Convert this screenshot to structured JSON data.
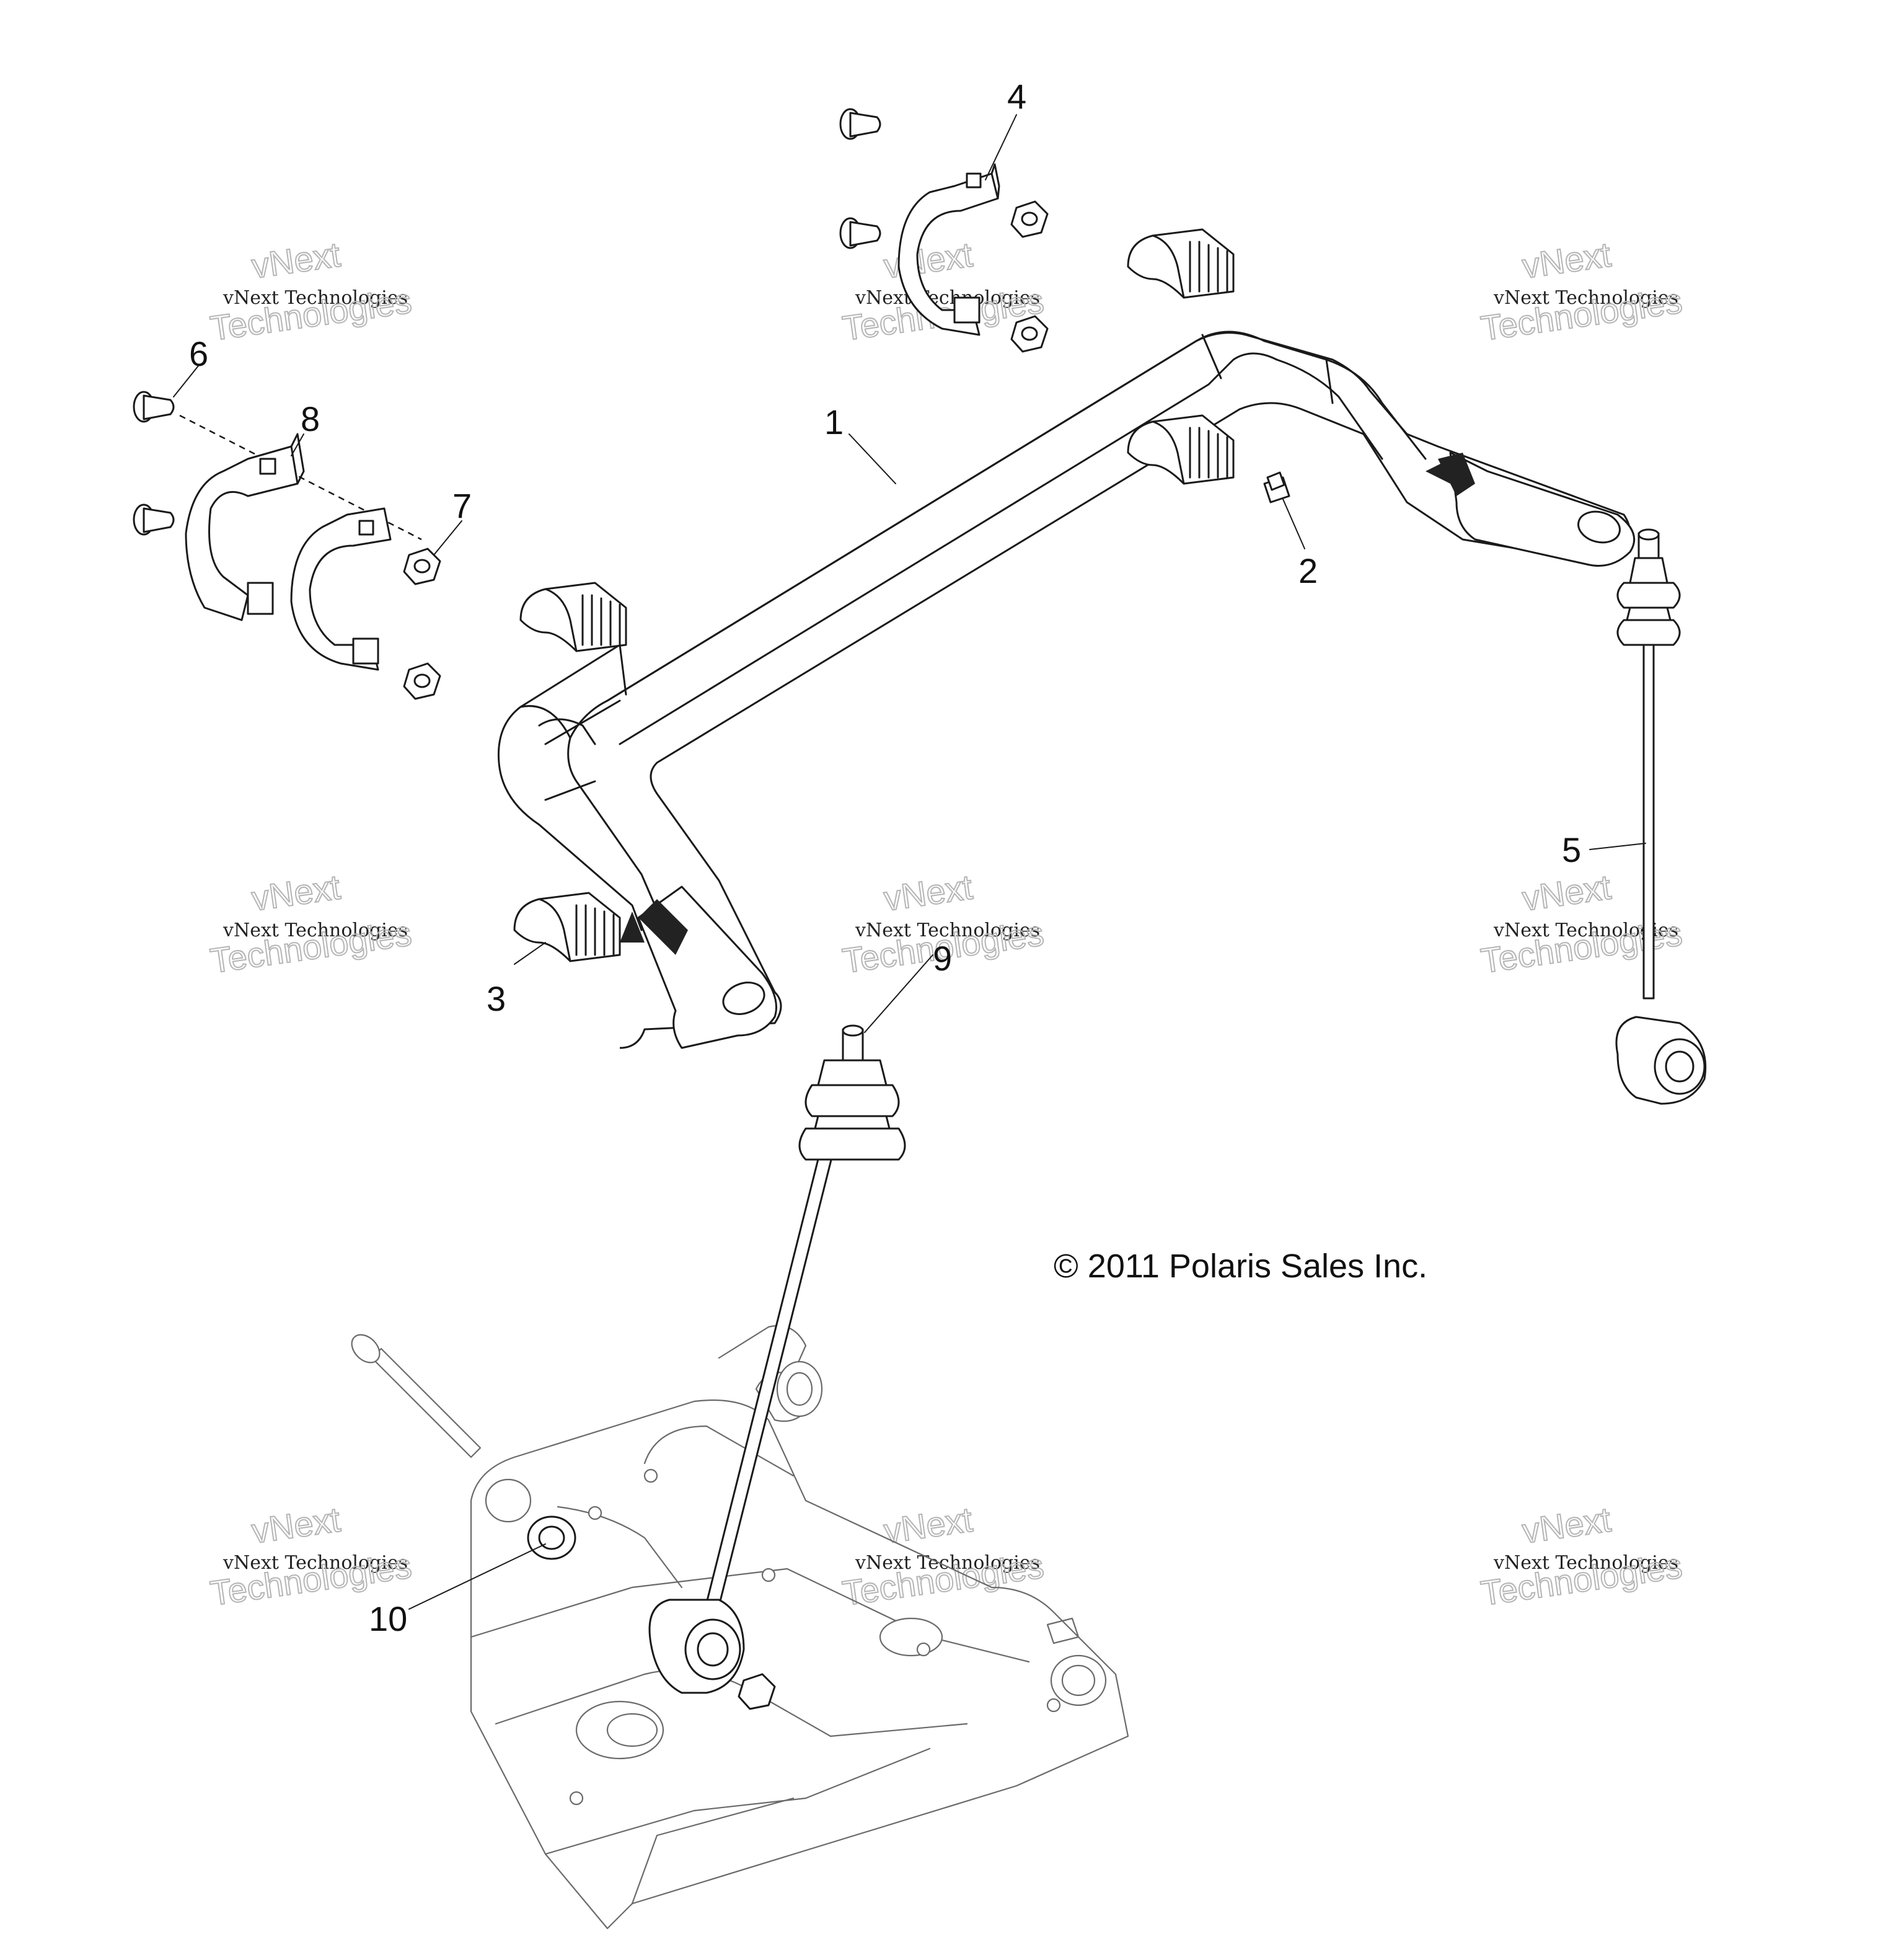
{
  "callouts": [
    {
      "id": "1",
      "label": "1"
    },
    {
      "id": "2",
      "label": "2"
    },
    {
      "id": "3",
      "label": "3"
    },
    {
      "id": "4",
      "label": "4"
    },
    {
      "id": "5",
      "label": "5"
    },
    {
      "id": "6",
      "label": "6"
    },
    {
      "id": "7",
      "label": "7"
    },
    {
      "id": "8",
      "label": "8"
    },
    {
      "id": "9",
      "label": "9"
    },
    {
      "id": "10",
      "label": "10"
    }
  ],
  "copyright": "© 2011 Polaris Sales Inc.",
  "watermark": {
    "line1": "vNext",
    "line2": "vNext Technologies",
    "line3": "Technologies"
  }
}
